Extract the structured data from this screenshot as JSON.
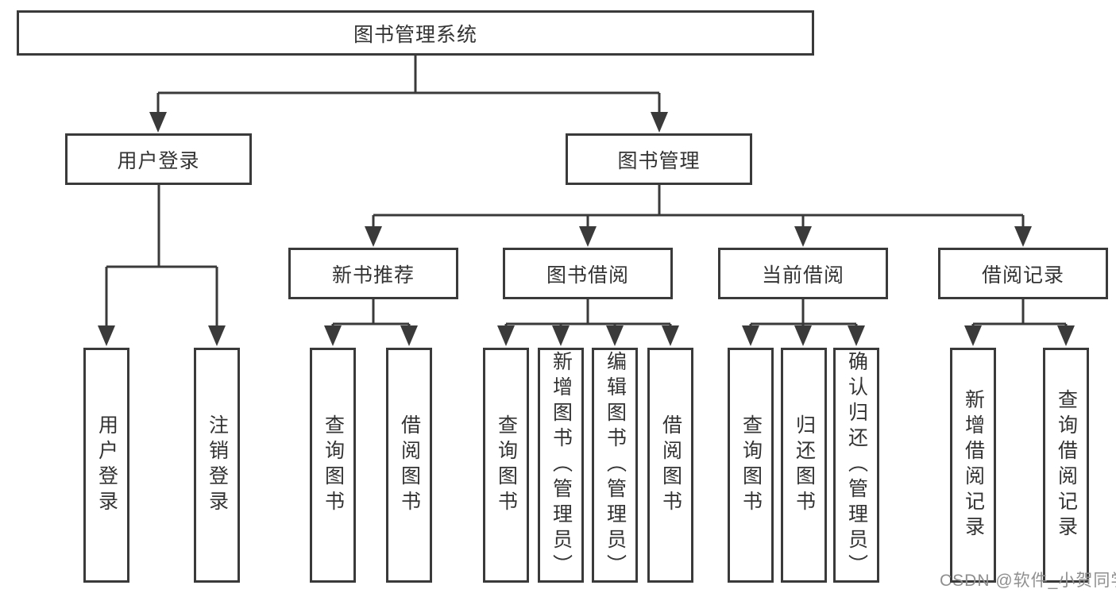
{
  "diagram": {
    "root": {
      "label": "图书管理系统"
    },
    "branches": [
      {
        "label": "用户登录",
        "children": [
          {
            "label": "用户登录"
          },
          {
            "label": "注销登录"
          }
        ]
      },
      {
        "label": "图书管理",
        "children": [
          {
            "label": "新书推荐",
            "children": [
              {
                "label": "查询图书"
              },
              {
                "label": "借阅图书"
              }
            ]
          },
          {
            "label": "图书借阅",
            "children": [
              {
                "label": "查询图书"
              },
              {
                "label": "新增图书（管理员）"
              },
              {
                "label": "编辑图书（管理员）"
              },
              {
                "label": "借阅图书"
              }
            ]
          },
          {
            "label": "当前借阅",
            "children": [
              {
                "label": "查询图书"
              },
              {
                "label": "归还图书"
              },
              {
                "label": "确认归还（管理员）"
              }
            ]
          },
          {
            "label": "借阅记录",
            "children": [
              {
                "label": "新增借阅记录"
              },
              {
                "label": "查询借阅记录"
              }
            ]
          }
        ]
      }
    ]
  },
  "watermark": {
    "text": "CSDN @软件_小贺同学"
  },
  "colors": {
    "line": "#3a3a3a",
    "text": "#333333",
    "watermark": "#8f8f8f",
    "background": "#ffffff"
  }
}
